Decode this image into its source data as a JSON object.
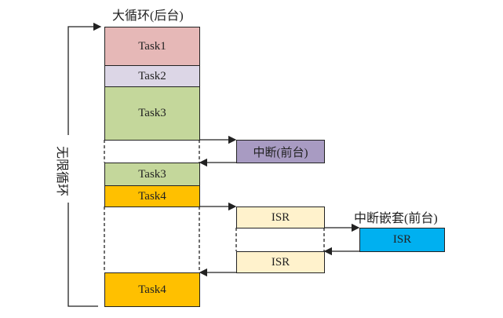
{
  "title_background": "大循环(后台)",
  "loop_label": "无限循环",
  "nested_label": "中断嵌套(前台)",
  "blocks": {
    "task1": {
      "label": "Task1",
      "color": "#e6b8b7"
    },
    "task2": {
      "label": "Task2",
      "color": "#dcd6e6"
    },
    "task3a": {
      "label": "Task3",
      "color": "#c4d79b"
    },
    "interrupt": {
      "label": "中断(前台)",
      "color": "#a89bc2"
    },
    "task3b": {
      "label": "Task3",
      "color": "#c4d79b"
    },
    "task4a": {
      "label": "Task4",
      "color": "#ffc000"
    },
    "isr1": {
      "label": "ISR",
      "color": "#fff2cc"
    },
    "isr_nested": {
      "label": "ISR",
      "color": "#00b0f0"
    },
    "isr2": {
      "label": "ISR",
      "color": "#fff2cc"
    },
    "task4b": {
      "label": "Task4",
      "color": "#ffc000"
    }
  }
}
